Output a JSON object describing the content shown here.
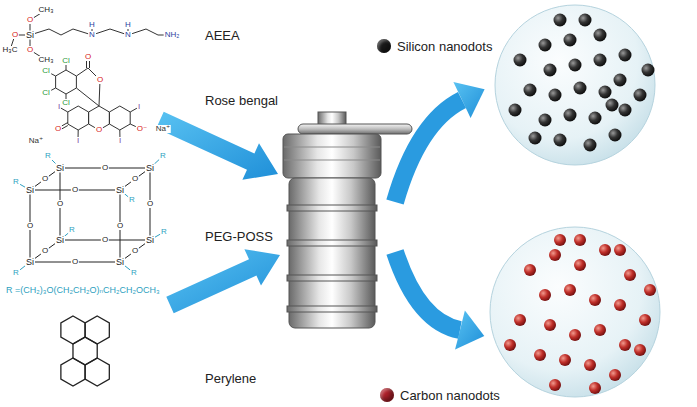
{
  "diagram": {
    "labels": [
      "CH₃",
      "O",
      "H",
      "H",
      "O",
      "Si",
      "N",
      "N",
      "NH₂",
      "AEEA",
      "H₃C",
      "O",
      "CH₃",
      "O",
      "Cl",
      "Cl",
      "O",
      "Cl",
      "Rose bengal",
      "Cl",
      "I",
      "I",
      "O",
      "O",
      "O⁻",
      "Na⁺",
      "I",
      "I",
      "Na⁺",
      "R",
      "R",
      "Si",
      "O",
      "Si",
      "O",
      "O",
      "R",
      "Si",
      "O",
      "Si",
      "R",
      "O",
      "O",
      "O",
      "O",
      "R",
      "R",
      "Si",
      "O",
      "Si",
      "O",
      "O",
      "Si",
      "O",
      "Si",
      "R",
      "R",
      "PEG-POSS",
      "R =(CH₂)₃O(CH₂CH₂O)ₙCH₂CH₂OCH₃",
      "Perylene"
    ],
    "legend": [
      {
        "text": "Silicon nanodots",
        "color": "#1a1a1a"
      },
      {
        "text": "Carbon nanodots",
        "color": "#b0202a"
      }
    ]
  }
}
